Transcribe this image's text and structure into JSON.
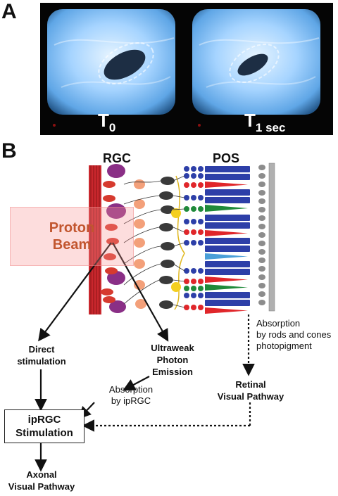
{
  "panel_a": {
    "letter": "A",
    "left_label": "T",
    "left_sub": "0",
    "right_label": "T",
    "right_sub": "1 sec"
  },
  "panel_b": {
    "letter": "B",
    "rgc_label": "RGC",
    "pos_label": "POS",
    "proton_beam": [
      "Proton",
      "Beam"
    ],
    "direct_stimulation": [
      "Direct",
      "stimulation"
    ],
    "ultraweak": [
      "Ultraweak",
      "Photon",
      "Emission"
    ],
    "absorption_iprgc": [
      "Absorption",
      "by ipRGC"
    ],
    "absorption_rods": [
      "Absorption",
      "by rods and cones",
      "photopigment"
    ],
    "retinal_pathway": [
      "Retinal",
      "Visual Pathway"
    ],
    "iprgc_stimulation": [
      "ipRGC",
      "Stimulation"
    ],
    "axonal_pathway": [
      "Axonal",
      "Visual Pathway"
    ]
  },
  "colors": {
    "photo_glow": "#9fd0ff",
    "rod_blue": "#2d3fa8",
    "cone_red": "#e0262a",
    "cone_green": "#1f8a3a",
    "cone_lightblue": "#4a9fd8",
    "rgc_purple": "#8a2f86",
    "bipolar_orange": "#f3a07a",
    "proton_text": "#c2562f"
  }
}
